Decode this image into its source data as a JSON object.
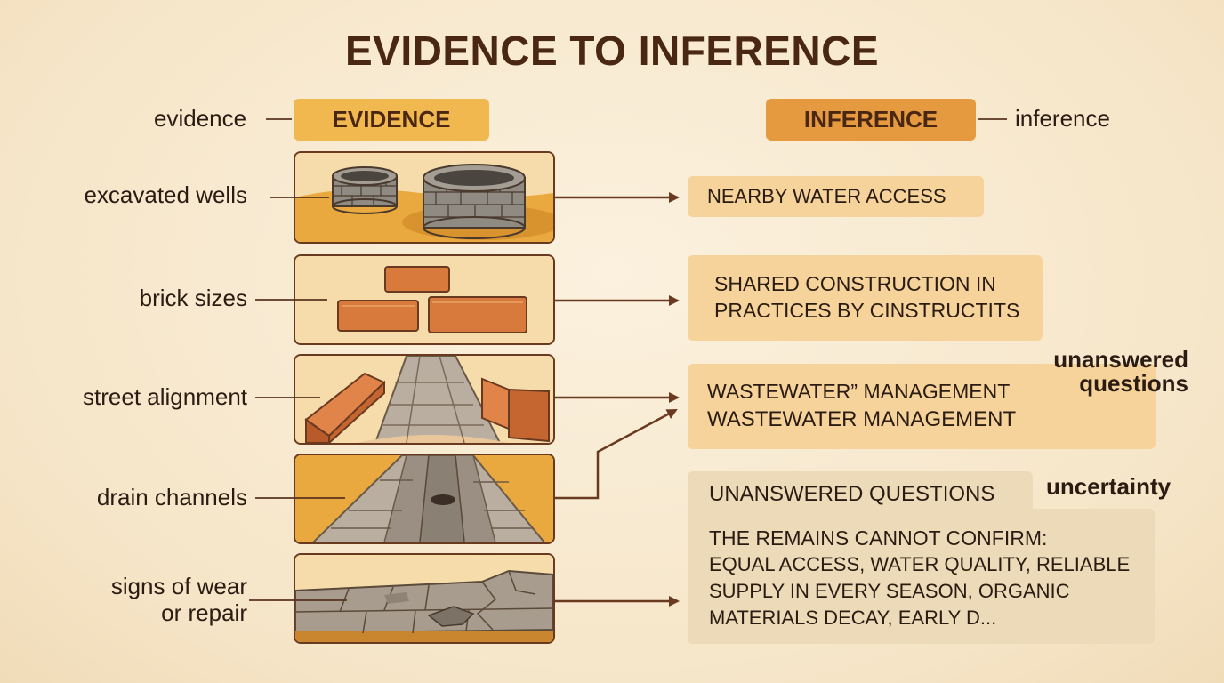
{
  "title": "EVIDENCE TO INFERENCE",
  "headers": {
    "evidence": "EVIDENCE",
    "inference": "INFERENCE",
    "evidence_side": "evidence",
    "inference_side": "inference"
  },
  "evidence_labels": {
    "wells": "excavated wells",
    "bricks": "brick sizes",
    "streets": "street alignment",
    "drains": "drain channels",
    "wear_line1": "signs of wear",
    "wear_line2": "or repair"
  },
  "inferences": {
    "water": "NEARBY WATER ACCESS",
    "construction_line1": "SHARED CONSTRUCTION IN",
    "construction_line2": "PRACTICES BY CINSTRUCTITS",
    "wastewater_line1": "WASTEWATER” MANAGEMENT",
    "wastewater_line2": "WASTEWATER MANAGEMENT"
  },
  "unanswered": {
    "title": "UNANSWERED QUESTIONS",
    "line1": "THE REMAINS CANNOT CONFIRM:",
    "line2": "EQUAL ACCESS, WATER QUALITY, RELIABLE",
    "line3": "SUPPLY IN EVERY SEASON, ORGANIC",
    "line4": "MATERIALS DECAY, EARLY D..."
  },
  "annotations": {
    "unanswered_line1": "unanswered",
    "unanswered_line2": "questions",
    "uncertainty": "uncertainty"
  },
  "colors": {
    "header_evidence": "#f1b850",
    "header_inference": "#e59a3f",
    "inference_box": "#f6d39a",
    "uncertainty_box": "#ecdab8",
    "arrow": "#6a3a20"
  }
}
